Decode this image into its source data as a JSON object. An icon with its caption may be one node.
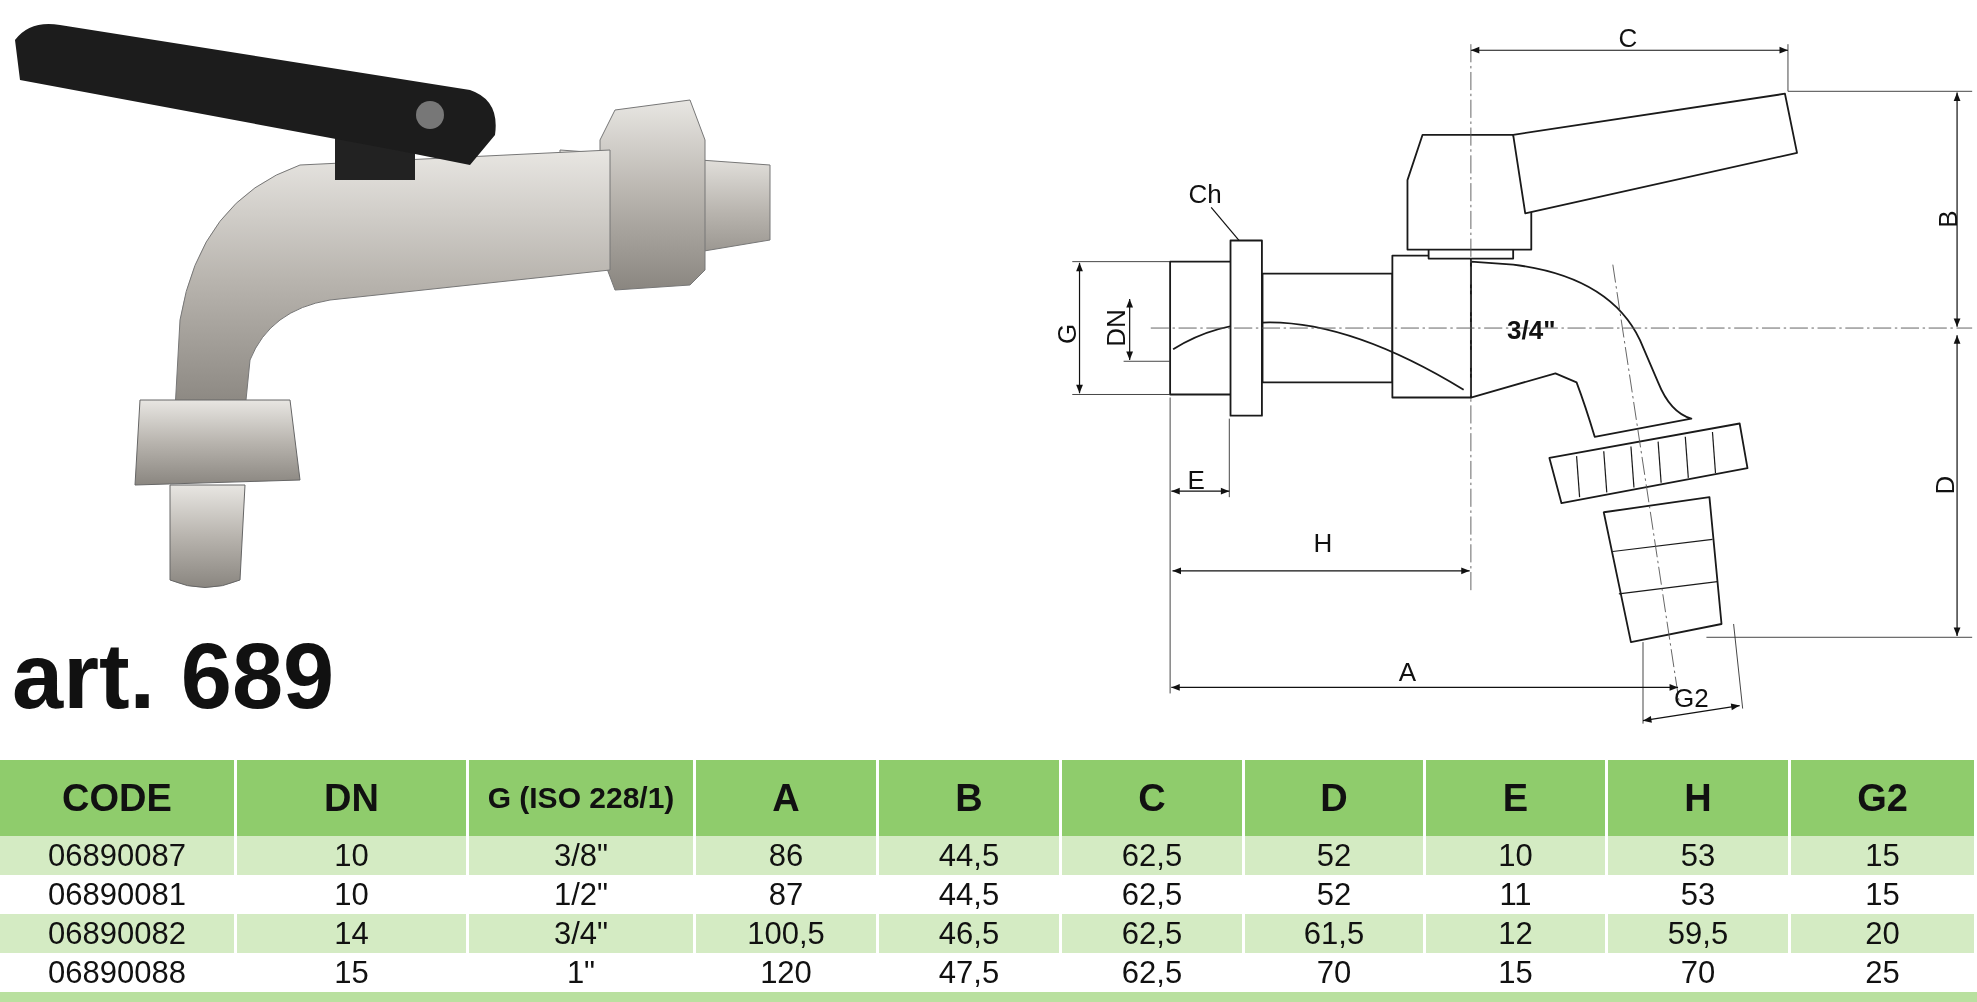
{
  "diagram": {
    "title": "art. 689",
    "nodes": [
      {
        "text": [
          "Ch"
        ]
      },
      {
        "text": [],
        "shape": "box"
      }
    ],
    "edges": [
      {
        "from": 0,
        "to": 1,
        "arrow": "none"
      }
    ],
    "labels": [
      "C",
      "B",
      "G",
      "DN",
      "3/4\"",
      "E",
      "H",
      "D",
      "A",
      "G2",
      "CODE",
      "DN",
      "G (ISO 228/1)",
      "A",
      "B",
      "C",
      "D",
      "E",
      "H",
      "G2",
      "06890087",
      "10",
      "3/8\"",
      "86",
      "44,5",
      "62,5",
      "52",
      "10",
      "53",
      "15",
      "06890081",
      "10",
      "1/2\"",
      "87",
      "44,5",
      "62,5",
      "52",
      "11",
      "53",
      "15",
      "06890082",
      "14",
      "3/4\"",
      "100,5",
      "46,5",
      "62,5",
      "61,5",
      "12",
      "59,5",
      "20",
      "06890088",
      "15",
      "1\"",
      "120",
      "47,5",
      "62,5",
      "70",
      "15",
      "70",
      "25"
    ]
  }
}
